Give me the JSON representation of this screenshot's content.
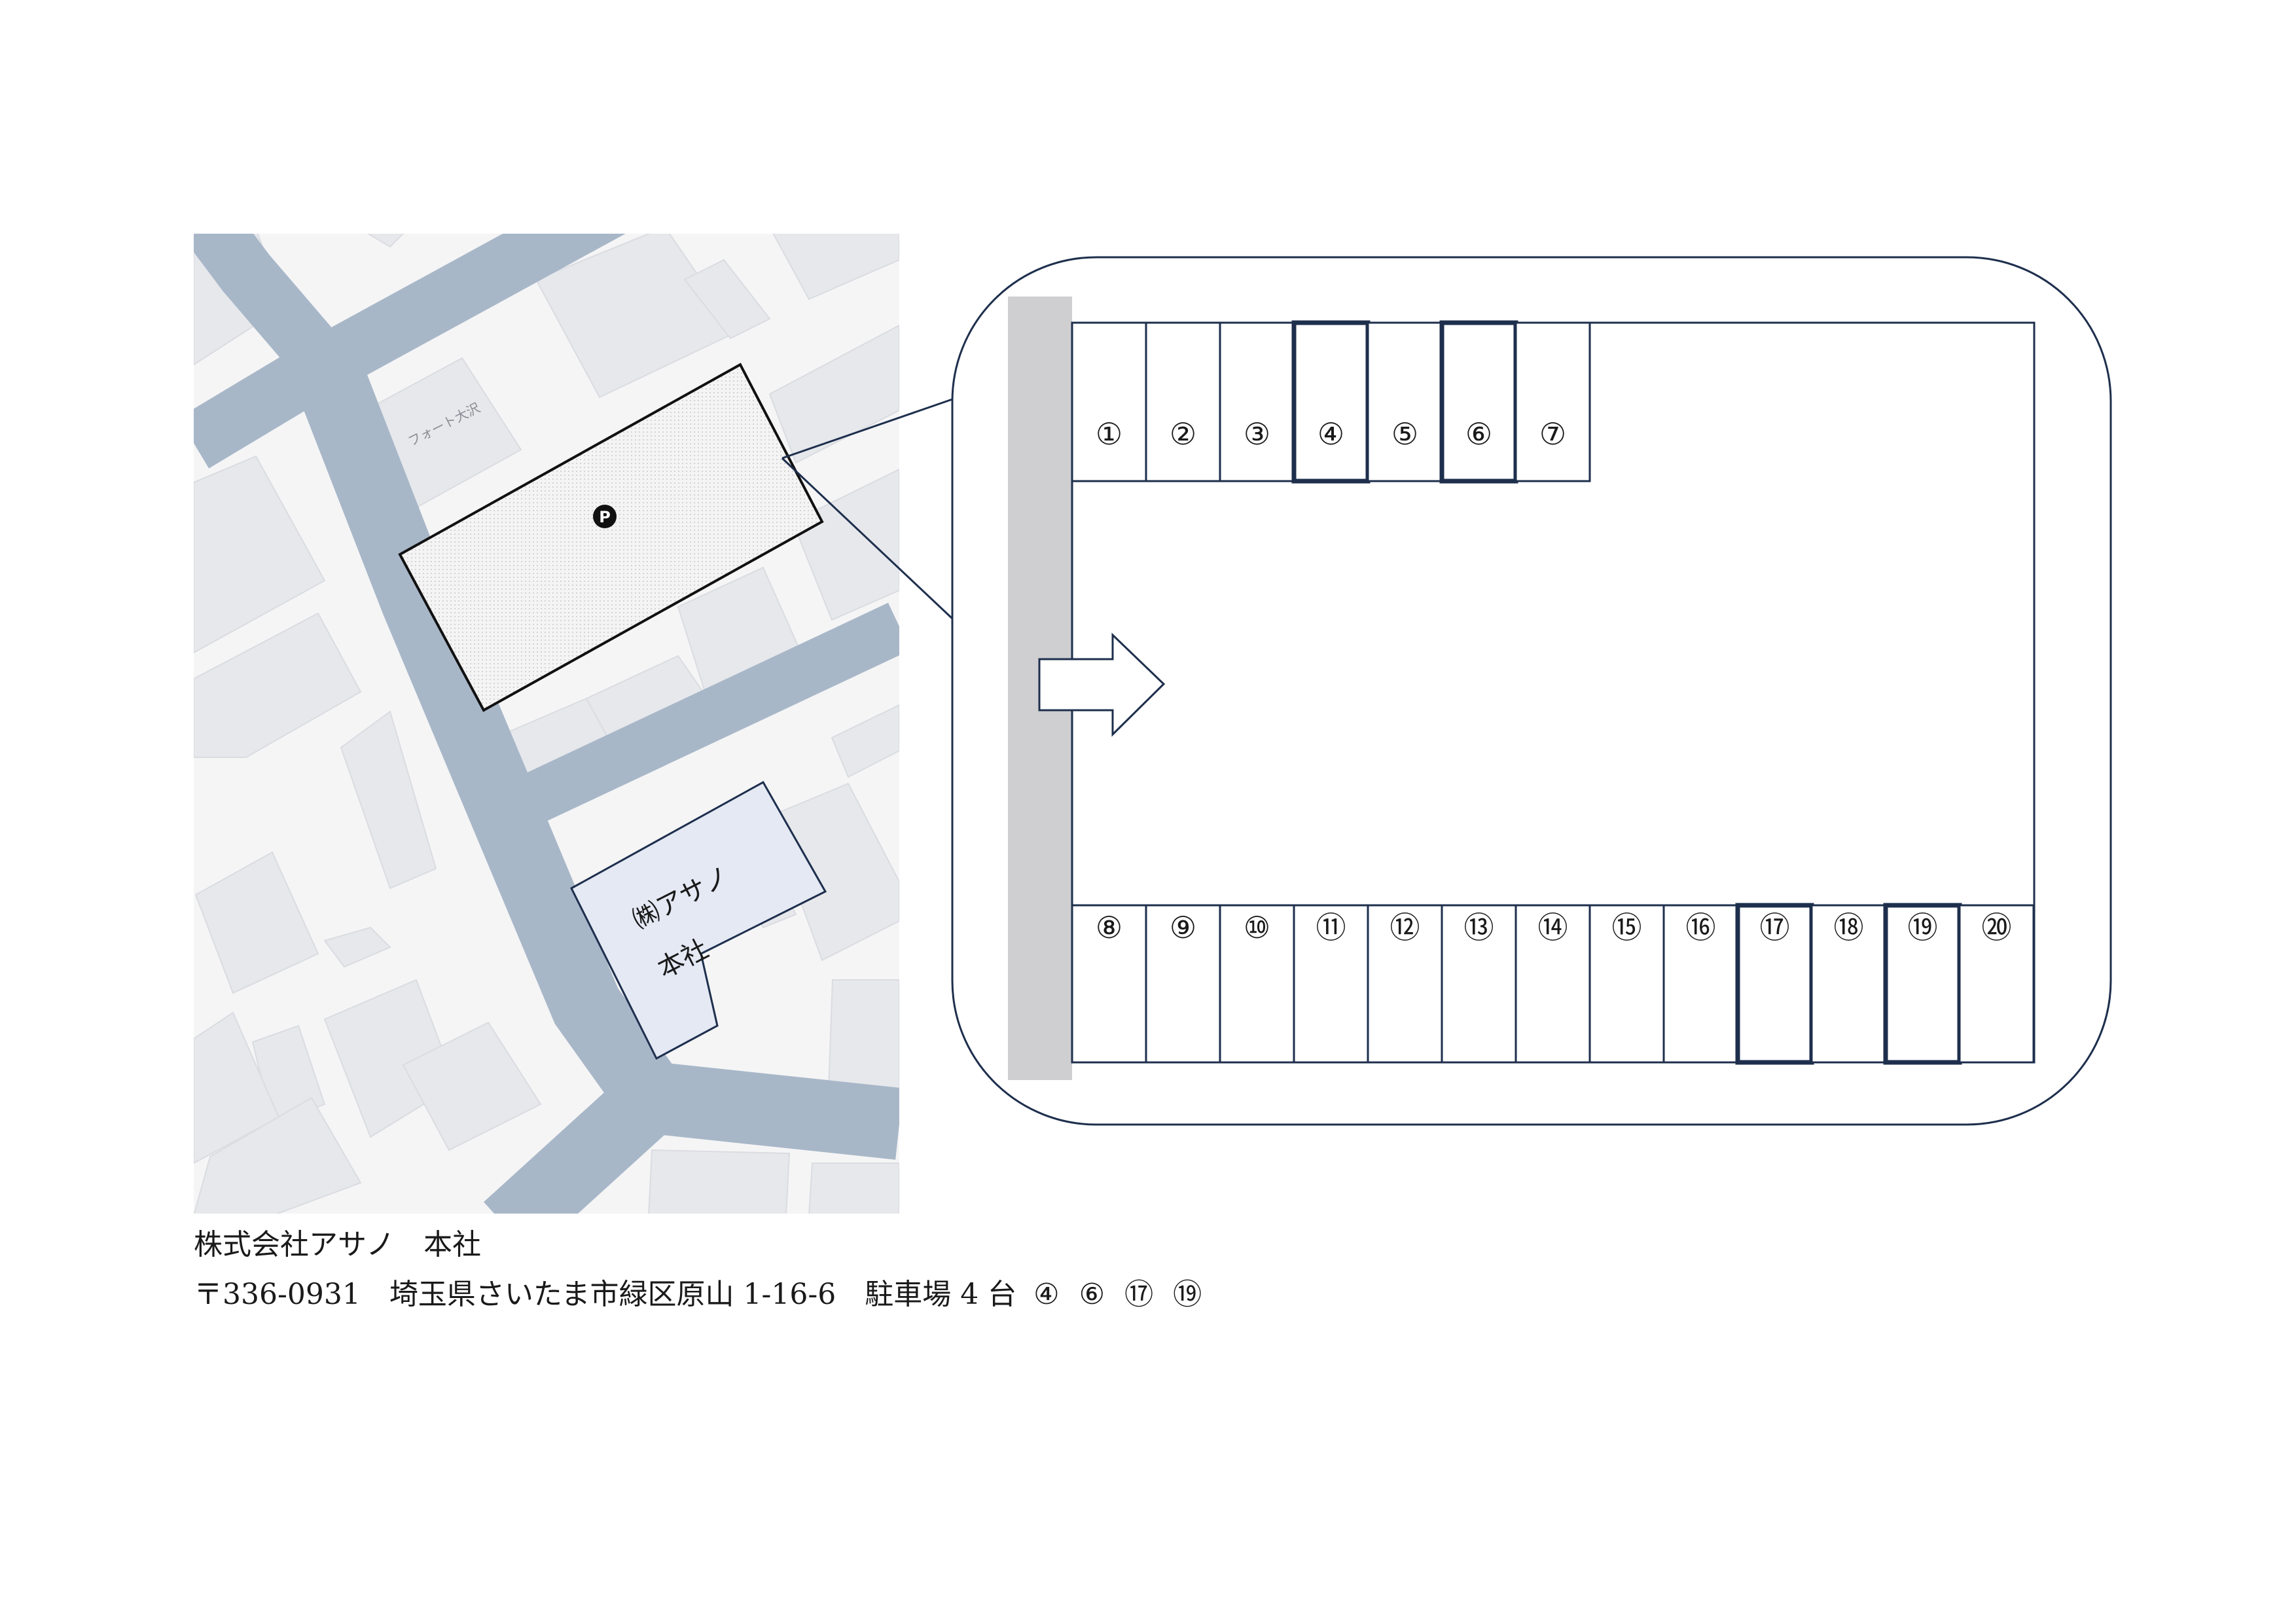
{
  "map": {
    "landmark_label": "フォート大沢",
    "parking_icon": "P",
    "office_label_line1": "㈱アサノ",
    "office_label_line2": "本社"
  },
  "parking_layout": {
    "top_row": [
      "①",
      "②",
      "③",
      "④",
      "⑤",
      "⑥",
      "⑦"
    ],
    "bottom_row": [
      "⑧",
      "⑨",
      "⑩",
      "⑪",
      "⑫",
      "⑬",
      "⑭",
      "⑮",
      "⑯",
      "⑰",
      "⑱",
      "⑲",
      "⑳"
    ],
    "highlighted": [
      "④",
      "⑥",
      "⑰",
      "⑲"
    ],
    "entrance_icon": "arrow-right-icon"
  },
  "caption": {
    "company": "株式会社アサノ　本社",
    "address": "〒336-0931　埼玉県さいたま市緑区原山 1-16-6　駐車場 4 台",
    "spots": [
      "④",
      "⑥",
      "⑰",
      "⑲"
    ]
  },
  "colors": {
    "road": "#a8b7c8",
    "block": "#e7e8ec",
    "ground": "#f5f5f6",
    "outline": "#1e2f4d",
    "office_fill": "#e4e9f4",
    "wall": "#cfcfd1"
  }
}
